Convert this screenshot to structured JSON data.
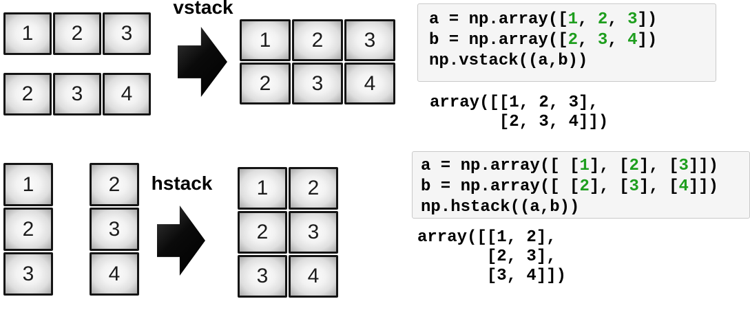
{
  "colors": {
    "code_number_green": "#1e9e1e",
    "code_text": "#000000",
    "code_box_bg": "#f5f5f5",
    "code_box_border": "#c9c9c9",
    "cell_border": "#141414"
  },
  "vstack": {
    "label": "vstack",
    "input_arrays": [
      {
        "rows": 1,
        "cols": 3,
        "values": [
          "1",
          "2",
          "3"
        ]
      },
      {
        "rows": 1,
        "cols": 3,
        "values": [
          "2",
          "3",
          "4"
        ]
      }
    ],
    "result_array": {
      "rows": 2,
      "cols": 3,
      "values": [
        "1",
        "2",
        "3",
        "2",
        "3",
        "4"
      ]
    },
    "code_lines": [
      [
        {
          "t": "a = np.array(["
        },
        {
          "t": "1",
          "c": "g"
        },
        {
          "t": ", "
        },
        {
          "t": "2",
          "c": "g"
        },
        {
          "t": ", "
        },
        {
          "t": "3",
          "c": "g"
        },
        {
          "t": "])"
        }
      ],
      [
        {
          "t": "b = np.array(["
        },
        {
          "t": "2",
          "c": "g"
        },
        {
          "t": ", "
        },
        {
          "t": "3",
          "c": "g"
        },
        {
          "t": ", "
        },
        {
          "t": "4",
          "c": "g"
        },
        {
          "t": "])"
        }
      ],
      [
        {
          "t": "np.vstack((a,b))"
        }
      ]
    ],
    "output_text": "array([[1, 2, 3],\n       [2, 3, 4]])"
  },
  "hstack": {
    "label": "hstack",
    "input_arrays": [
      {
        "rows": 3,
        "cols": 1,
        "values": [
          "1",
          "2",
          "3"
        ]
      },
      {
        "rows": 3,
        "cols": 1,
        "values": [
          "2",
          "3",
          "4"
        ]
      }
    ],
    "result_array": {
      "rows": 3,
      "cols": 2,
      "values": [
        "1",
        "2",
        "2",
        "3",
        "3",
        "4"
      ]
    },
    "code_lines": [
      [
        {
          "t": "a = np.array([ ["
        },
        {
          "t": "1",
          "c": "g"
        },
        {
          "t": "], ["
        },
        {
          "t": "2",
          "c": "g"
        },
        {
          "t": "], ["
        },
        {
          "t": "3",
          "c": "g"
        },
        {
          "t": "]])"
        }
      ],
      [
        {
          "t": "b = np.array([ ["
        },
        {
          "t": "2",
          "c": "g"
        },
        {
          "t": "], ["
        },
        {
          "t": "3",
          "c": "g"
        },
        {
          "t": "], ["
        },
        {
          "t": "4",
          "c": "g"
        },
        {
          "t": "]])"
        }
      ],
      [
        {
          "t": "np.hstack((a,b))"
        }
      ]
    ],
    "output_text": "array([[1, 2],\n       [2, 3],\n       [3, 4]])"
  }
}
